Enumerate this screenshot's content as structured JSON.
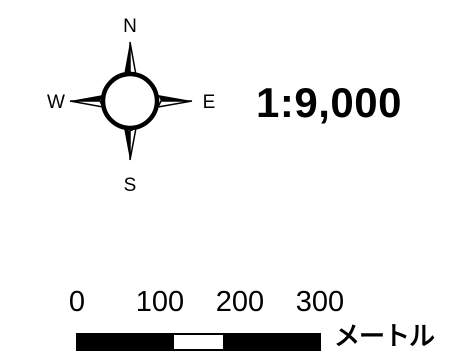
{
  "north_arrow": {
    "north": "N",
    "south": "S",
    "east": "E",
    "west": "W"
  },
  "scale_ratio": "1:9,000",
  "scale_bar": {
    "ticks": [
      "0",
      "100",
      "200",
      "300"
    ],
    "unit": "メートル",
    "segment_colors": [
      "#000000",
      "#000000",
      "#ffffff",
      "#000000",
      "#000000"
    ]
  }
}
